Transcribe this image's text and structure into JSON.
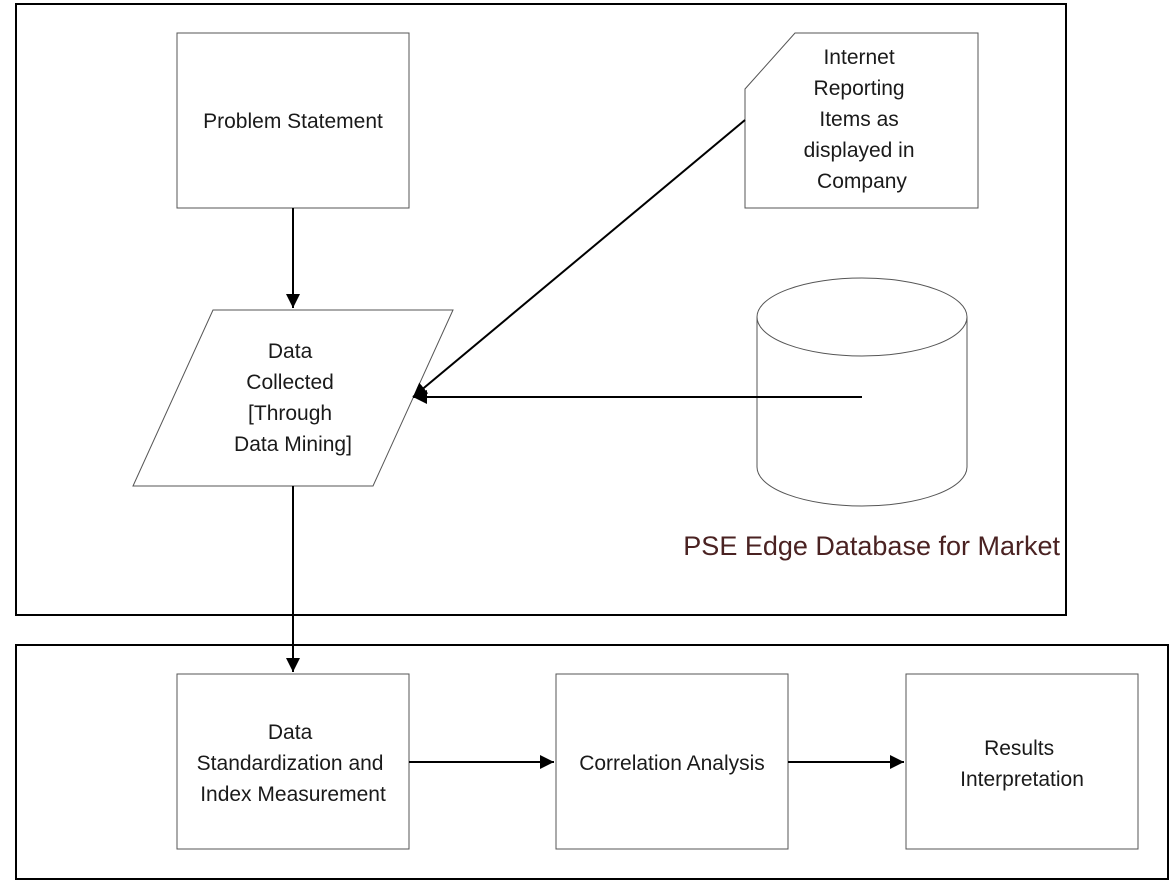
{
  "nodes": {
    "problem_statement": {
      "lines": [
        "Problem Statement"
      ]
    },
    "internet_reporting": {
      "lines": [
        "Internet",
        "Reporting",
        "Items as",
        "displayed in",
        "Company"
      ]
    },
    "data_collected": {
      "lines": [
        "Data",
        "Collected",
        "[Through",
        "Data Mining]"
      ]
    },
    "database": {
      "label": "PSE Edge Database for Market"
    },
    "standardization": {
      "lines": [
        "Data",
        "Standardization and",
        "Index Measurement"
      ]
    },
    "correlation": {
      "lines": [
        "Correlation Analysis"
      ]
    },
    "results": {
      "lines": [
        "Results",
        "Interpretation"
      ]
    }
  },
  "colors": {
    "database_label": "#4a2222",
    "text": "#1a1a1a",
    "box_border": "#555555",
    "frame_border": "#000000"
  }
}
